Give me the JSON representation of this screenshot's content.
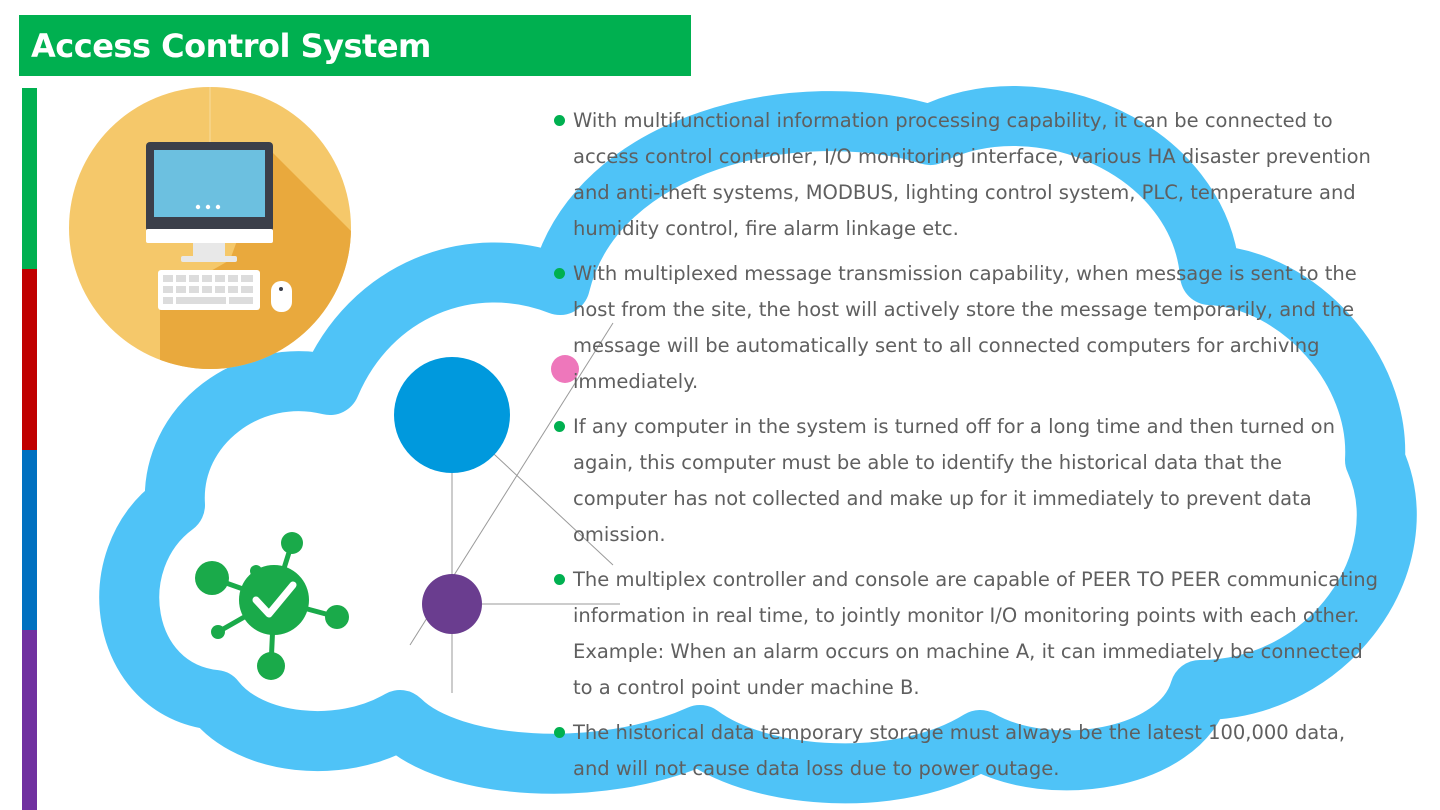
{
  "title": "Access Control System",
  "colors": {
    "banner": "#00b050",
    "cloud": "#4fc3f7",
    "sidebar": [
      "#00b050",
      "#c00000",
      "#0070c0",
      "#7030a0"
    ],
    "text": "#5f5f5f"
  },
  "icons": {
    "computer": "desktop-computer-icon",
    "network": "network-check-icon"
  },
  "bullets": [
    "With multifunctional information processing capability, it can be connected to access control controller, I/O monitoring interface, various HA disaster prevention and anti-theft systems, MODBUS, lighting control system, PLC, temperature and humidity control, fire alarm linkage etc.",
    "With multiplexed message transmission capability, when message is sent to the host from the site, the host will actively store the message temporarily, and the message will be automatically sent to all connected computers for archiving immediately.",
    "If any computer in the system is turned off for a long time and then turned on again, this computer must be able to identify the historical data that the computer has not collected and make up for it immediately to prevent data omission.",
    "The multiplex controller and console are capable of PEER TO PEER communicating information in real time, to jointly monitor I/O monitoring points with each other. Example: When an alarm occurs on machine A, it can immediately be connected to a control point under machine B.",
    "The historical data temporary storage must always be the latest 100,000 data, and will not cause data loss due to power outage."
  ]
}
